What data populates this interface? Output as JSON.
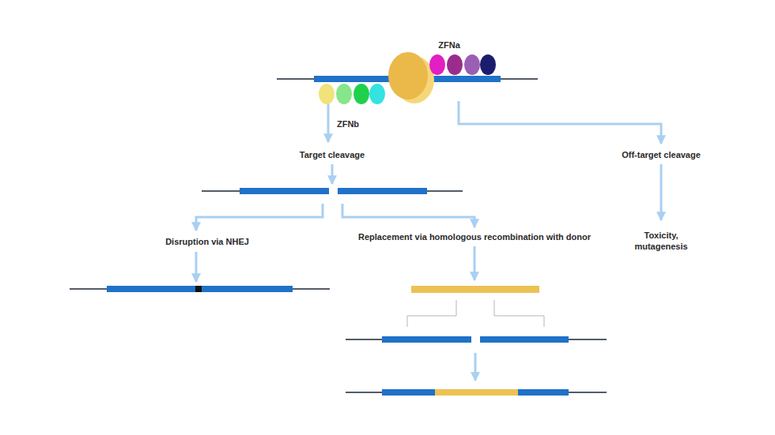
{
  "diagram": {
    "labels": [
      "ZFNa",
      "ZFNb",
      "Target cleavage",
      "Off-target cleavage",
      "Disruption via NHEJ",
      "Replacement via homologous recombination with donor",
      "Toxicity, mutagenesis"
    ]
  }
}
